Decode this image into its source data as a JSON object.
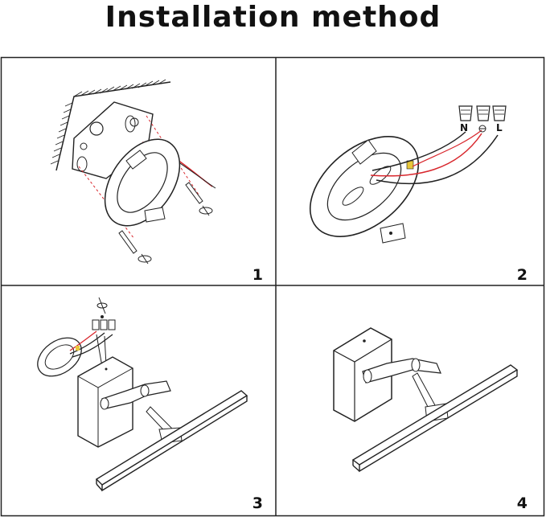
{
  "title": "Installation method",
  "steps": [
    {
      "number": "1"
    },
    {
      "number": "2"
    },
    {
      "number": "3"
    },
    {
      "number": "4"
    }
  ],
  "wire_labels": [
    "N",
    "L"
  ],
  "colors": {
    "line": "#1a1a1a",
    "wire_red": "#d8262c",
    "wire_dark": "#222222",
    "marker_yellow": "#e8c73a"
  }
}
